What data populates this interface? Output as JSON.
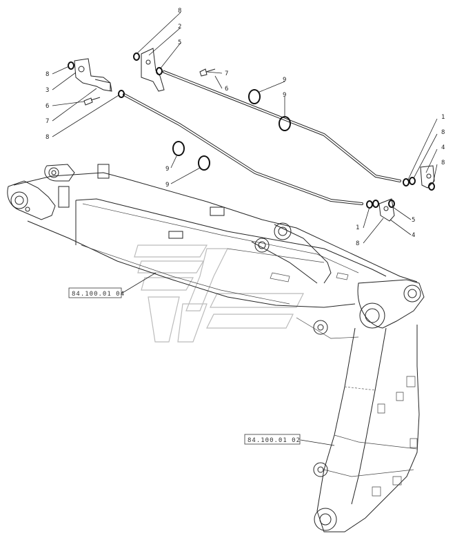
{
  "references": {
    "boom": "84.100.01 04",
    "arm": "84.100.01 02"
  },
  "callouts": {
    "left_bracket_group": [
      "8",
      "3",
      "6",
      "7",
      "8"
    ],
    "top_bracket_group": [
      "8",
      "2",
      "5"
    ],
    "bolt_group": [
      "7",
      "6"
    ],
    "orings_upper": [
      "9",
      "9"
    ],
    "orings_lower": [
      "9",
      "9"
    ],
    "right_bracket_group": [
      "1",
      "8",
      "4",
      "8"
    ],
    "center_bracket_group": [
      "1",
      "5",
      "8",
      "4"
    ]
  }
}
